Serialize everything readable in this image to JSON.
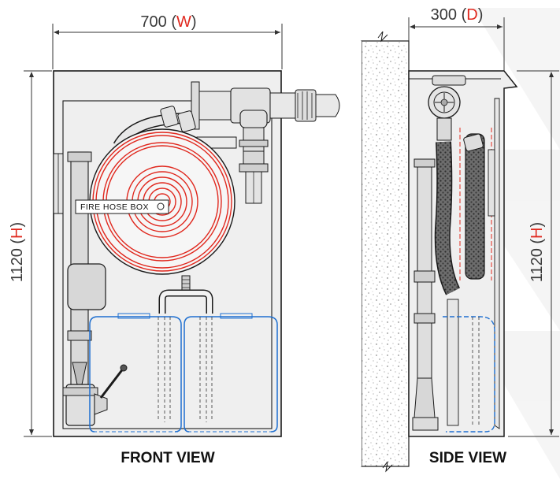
{
  "dimensions": {
    "width": {
      "value": "700",
      "letter": "W"
    },
    "depth": {
      "value": "300",
      "letter": "D"
    },
    "height_front": {
      "value": "1120",
      "letter": "H"
    },
    "height_side": {
      "value": "1120",
      "letter": "H"
    }
  },
  "captions": {
    "front": "FRONT VIEW",
    "side": "SIDE VIEW"
  },
  "nameplate": "FIRE HOSE BOX",
  "colors": {
    "dimension_text": "#3a3a3a",
    "dimension_letter": "#e0281e",
    "hose_reel": "#e0281e",
    "extinguisher_outline": "#1e6fd0",
    "outline": "#1a1a1a",
    "cabinet_fill": "#efefef"
  }
}
